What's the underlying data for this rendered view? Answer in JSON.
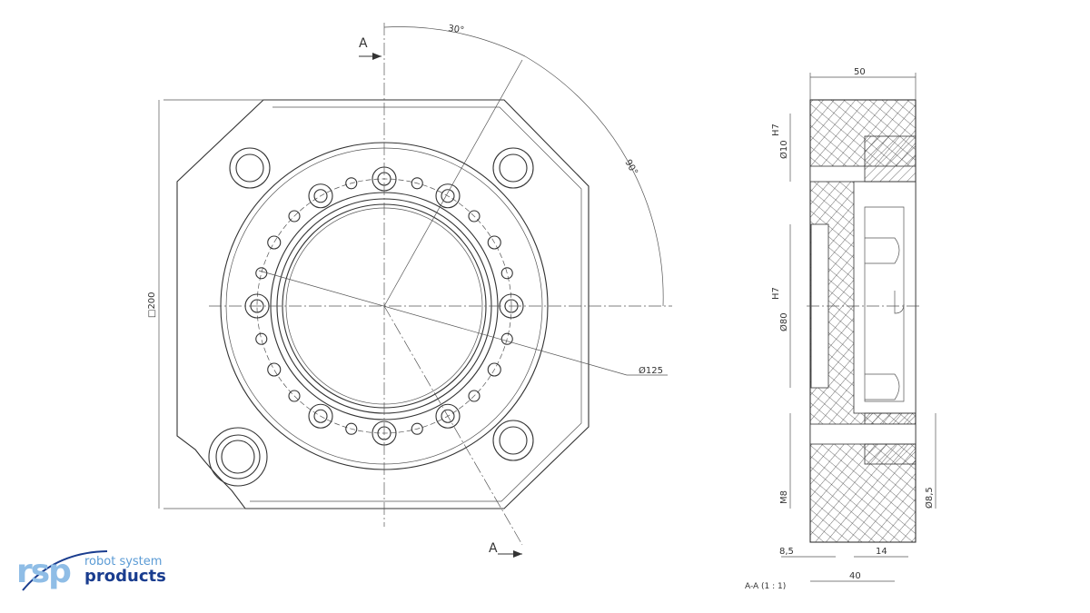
{
  "front_view": {
    "section_marker_top": "A",
    "section_marker_bottom": "A",
    "angle_small": "30°",
    "angle_large": "90°",
    "dim_square": "□200",
    "dim_bolt_circle": "Ø125"
  },
  "section_view": {
    "dim_width": "50",
    "dim_pin_hole": "Ø10",
    "dim_pin_tol": "H7",
    "dim_bore": "Ø80",
    "dim_bore_tol": "H7",
    "dim_thread": "M8",
    "dim_through_hole": "Ø8,5",
    "dim_left": "8,5",
    "dim_mid": "14",
    "dim_bottom": "40",
    "caption": "A-A (1 : 1)"
  },
  "logo": {
    "mark": "rsp",
    "line1": "robot system",
    "line2": "products"
  },
  "colors": {
    "logo_light": "#8fbde6",
    "logo_dark": "#1a3d8f",
    "line": "#333333"
  }
}
